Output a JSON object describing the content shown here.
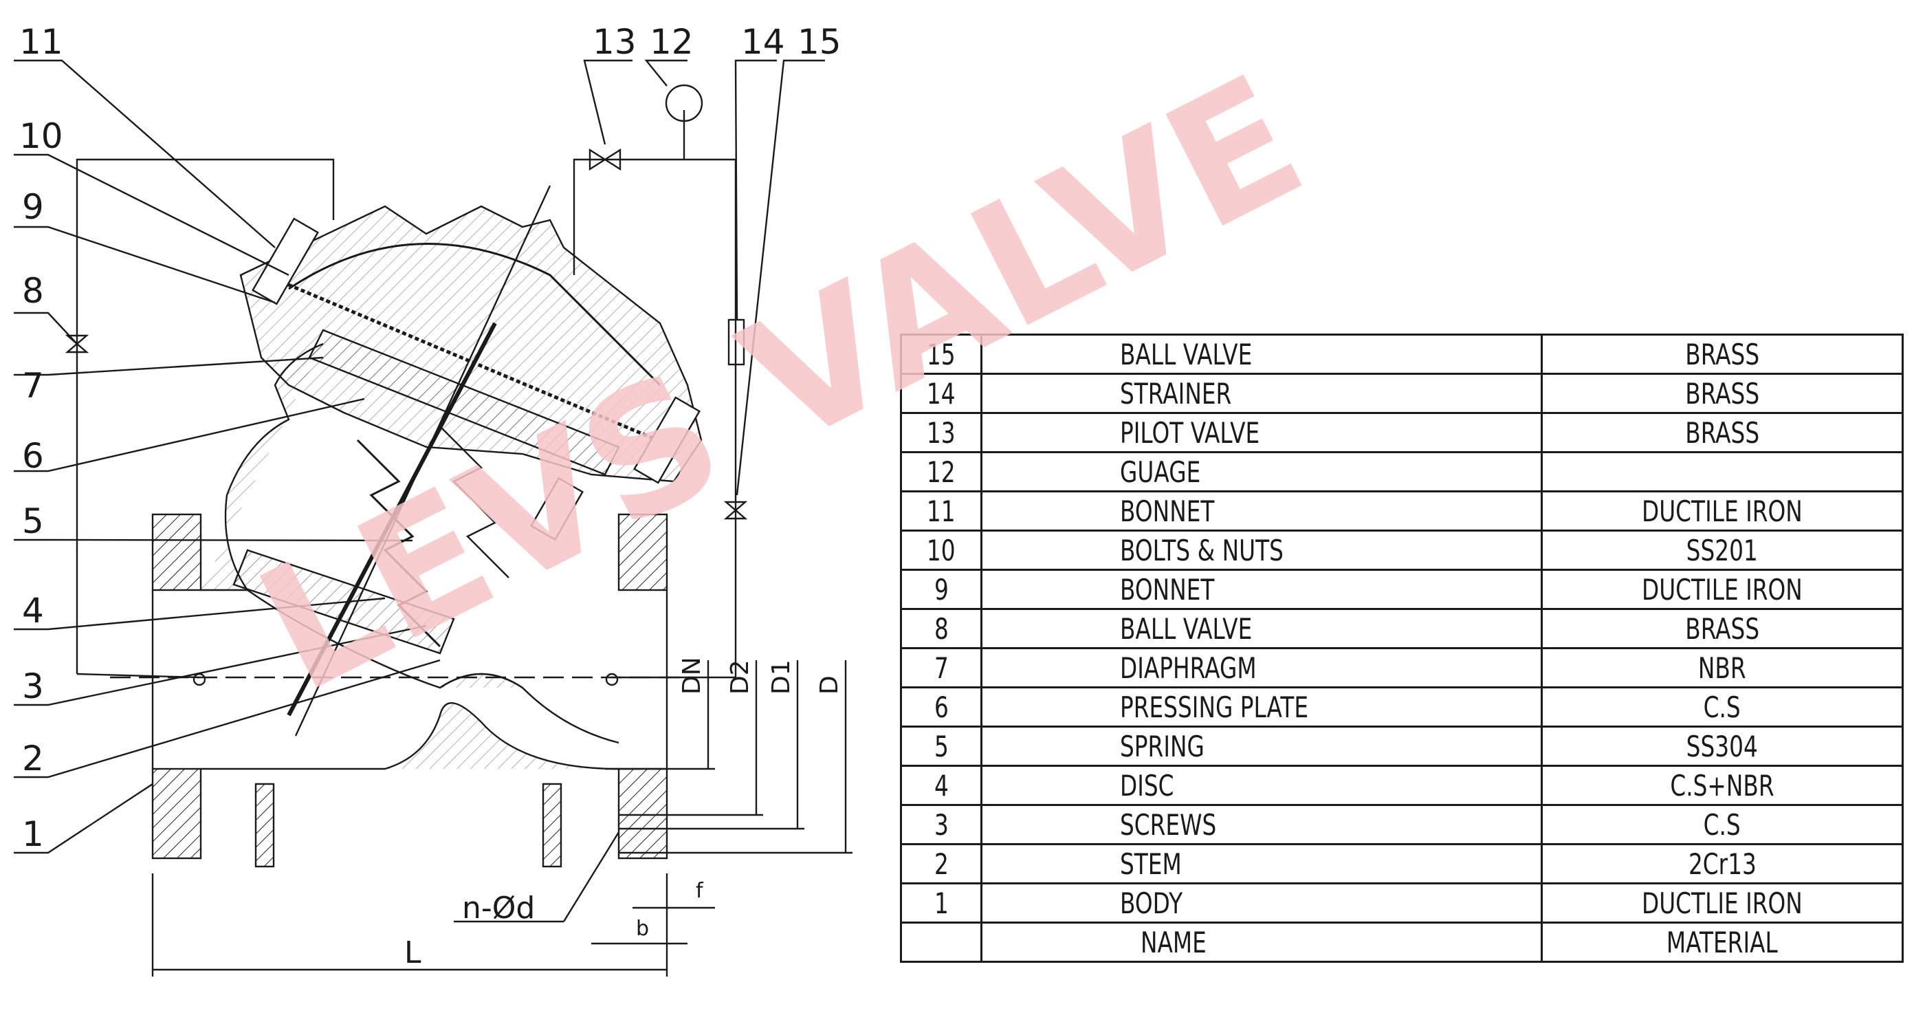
{
  "watermark": {
    "text": "LEVS VALVE",
    "color": "#f7c5c8"
  },
  "callouts": [
    "11",
    "10",
    "9",
    "8",
    "7",
    "6",
    "5",
    "4",
    "3",
    "2",
    "1",
    "13",
    "12",
    "14",
    "15"
  ],
  "dimensions": {
    "dn": "DN",
    "d2": "D2",
    "d1": "D1",
    "d": "D",
    "bolt_holes": "n-Ød",
    "length": "L",
    "b": "b",
    "f": "f"
  },
  "parts_table": {
    "header": {
      "no": "",
      "name": "NAME",
      "material": "MATERIAL"
    },
    "rows": [
      {
        "no": "15",
        "name": "BALL VALVE",
        "material": "BRASS"
      },
      {
        "no": "14",
        "name": "STRAINER",
        "material": "BRASS"
      },
      {
        "no": "13",
        "name": "PILOT VALVE",
        "material": "BRASS"
      },
      {
        "no": "12",
        "name": "GUAGE",
        "material": ""
      },
      {
        "no": "11",
        "name": "BONNET",
        "material": "DUCTILE IRON"
      },
      {
        "no": "10",
        "name": "BOLTS & NUTS",
        "material": "SS201"
      },
      {
        "no": "9",
        "name": "BONNET",
        "material": "DUCTILE IRON"
      },
      {
        "no": "8",
        "name": "BALL VALVE",
        "material": "BRASS"
      },
      {
        "no": "7",
        "name": "DIAPHRAGM",
        "material": "NBR"
      },
      {
        "no": "6",
        "name": "PRESSING PLATE",
        "material": "C.S"
      },
      {
        "no": "5",
        "name": "SPRING",
        "material": "SS304"
      },
      {
        "no": "4",
        "name": "DISC",
        "material": "C.S+NBR"
      },
      {
        "no": "3",
        "name": "SCREWS",
        "material": "C.S"
      },
      {
        "no": "2",
        "name": "STEM",
        "material": "2Cr13"
      },
      {
        "no": "1",
        "name": "BODY",
        "material": "DUCTLIE IRON"
      }
    ]
  }
}
